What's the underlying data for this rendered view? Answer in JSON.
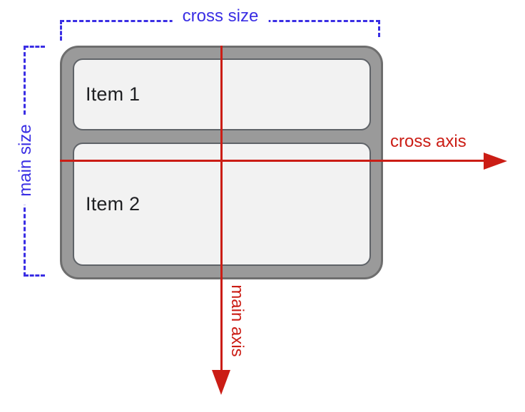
{
  "diagram": {
    "description": "flexbox-column-axes-diagram"
  },
  "labels": {
    "cross_size": "cross size",
    "main_size": "main size",
    "cross_axis": "cross axis",
    "main_axis": "main axis"
  },
  "items": [
    {
      "label": "Item 1"
    },
    {
      "label": "Item 2"
    }
  ],
  "colors": {
    "background": "#ffffff",
    "blue": "#3a2ee4",
    "red": "#cb1d15",
    "container_fill": "#9a9a9a",
    "container_border": "#6e6e6e",
    "item_fill": "#f2f2f2",
    "item_border": "#5f6368",
    "item_text": "#202124"
  }
}
